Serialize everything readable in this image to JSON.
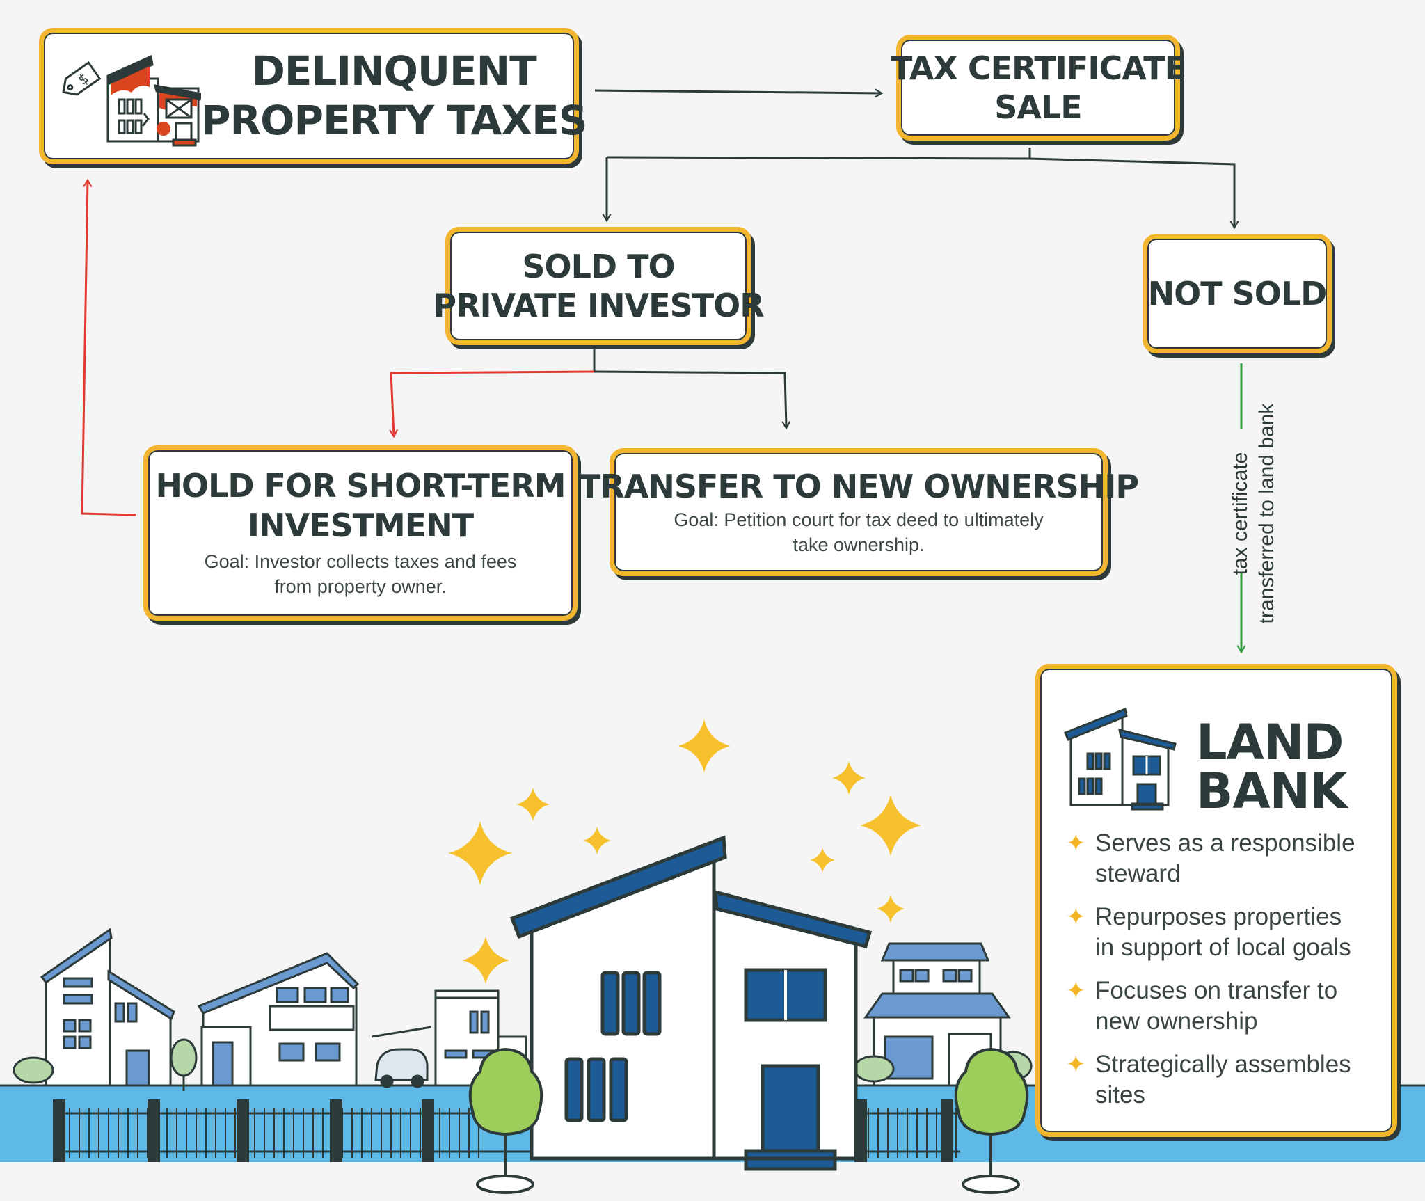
{
  "nodes": {
    "delinquent": {
      "title_line1": "DELINQUENT",
      "title_line2": "PROPERTY TAXES"
    },
    "tax_cert_sale": {
      "title_line1": "TAX CERTIFICATE",
      "title_line2": "SALE"
    },
    "sold_private": {
      "title_line1": "SOLD TO",
      "title_line2": "PRIVATE INVESTOR"
    },
    "not_sold": {
      "title": "NOT SOLD"
    },
    "hold_short_term": {
      "title_line1": "HOLD FOR SHORT-TERM",
      "title_line2": "INVESTMENT",
      "goal_line1": "Goal: Investor collects taxes and fees",
      "goal_line2": "from property owner."
    },
    "transfer_ownership": {
      "title": "TRANSFER TO NEW OWNERSHIP",
      "goal_line1": "Goal: Petition court for tax deed to ultimately",
      "goal_line2": "take ownership."
    },
    "land_bank": {
      "title_line1": "LAND",
      "title_line2": "BANK",
      "bullets": [
        {
          "line1": "Serves as a responsible",
          "line2": "steward"
        },
        {
          "line1": "Repurposes properties",
          "line2": "in support of local goals"
        },
        {
          "line1": "Focuses on transfer to",
          "line2": "new ownership"
        },
        {
          "line1": "Strategically assembles",
          "line2": "sites"
        }
      ]
    }
  },
  "edge_labels": {
    "not_sold_to_land_bank_line1": "tax certificate",
    "not_sold_to_land_bank_line2": "transferred to land bank"
  },
  "colors": {
    "box_border": "#f2b52e",
    "ink": "#2d3a3a",
    "loop_arrow": "#e03a32",
    "land_bank_arrow": "#2e9b3c",
    "house_blue": "#1d5b96",
    "ground_blue": "#5fb9e6",
    "sparkle": "#f6c12c",
    "tree": "#9dcd5a"
  },
  "icons": [
    "tag-icon",
    "distressed-house-icon",
    "land-bank-house-icon",
    "star-bullet-icon",
    "sparkle-icon"
  ]
}
